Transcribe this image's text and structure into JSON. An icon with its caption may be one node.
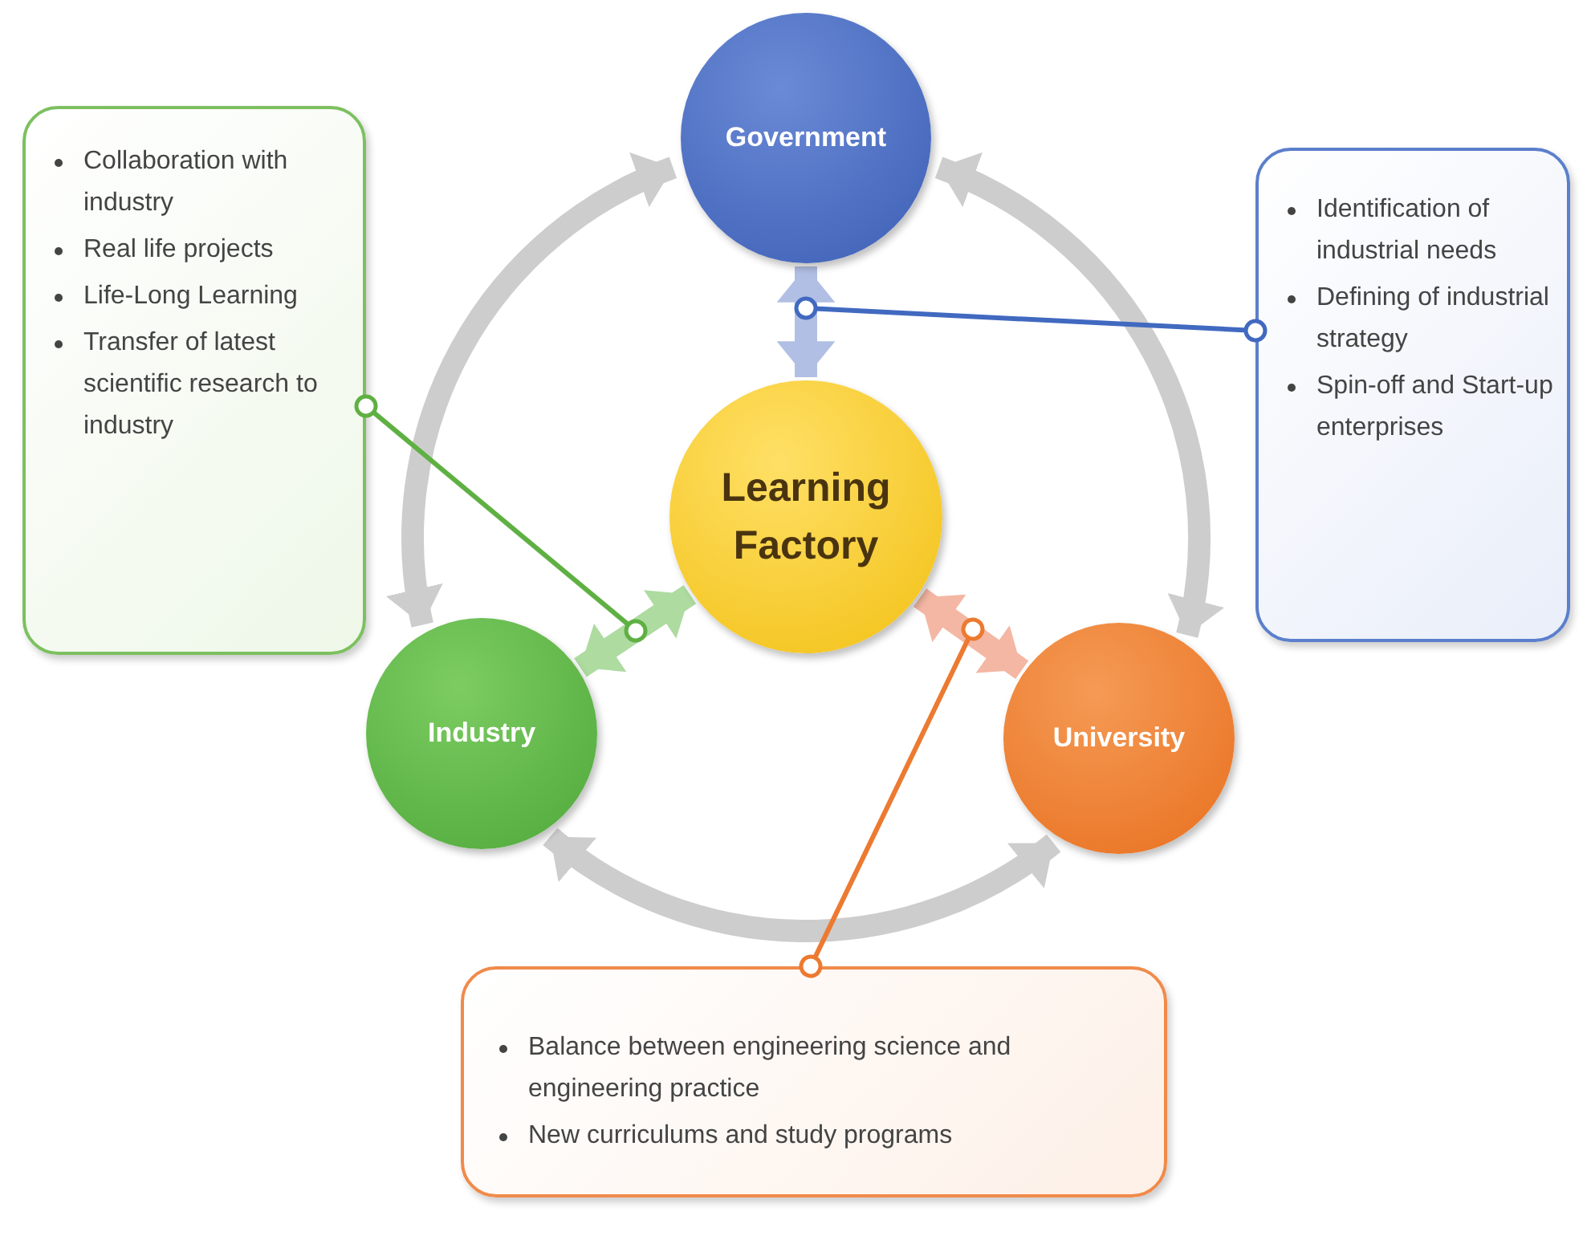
{
  "diagram": {
    "nodes": [
      {
        "text": [
          "Government"
        ]
      },
      {
        "text": [
          "Collaboration with industry",
          "Real life projects",
          "Life-Long Learning",
          "Transfer of latest scientific research to industry"
        ]
      },
      {
        "text": [
          "Identification of industrial needs",
          "Defining of industrial strategy",
          "Spin-off and Start-up enterprises"
        ]
      },
      {
        "text": [
          "Learning Factory"
        ]
      },
      {
        "text": [
          "Industry"
        ]
      },
      {
        "text": [
          "University"
        ]
      },
      {
        "text": [
          "Balance between engineering science and engineering practice",
          "New curriculums and study programs"
        ]
      }
    ],
    "edges": [
      {
        "from": 0,
        "to": 4,
        "arrow": "both",
        "color": "#c8c8c8"
      },
      {
        "from": 0,
        "to": 5,
        "arrow": "both",
        "color": "#c8c8c8"
      },
      {
        "from": 4,
        "to": 5,
        "arrow": "both",
        "color": "#c8c8c8"
      },
      {
        "from": 0,
        "to": 3,
        "arrow": "both",
        "color": "#a9b9e2"
      },
      {
        "from": 4,
        "to": 3,
        "arrow": "both",
        "color": "#a6d896"
      },
      {
        "from": 5,
        "to": 3,
        "arrow": "both",
        "color": "#f3b09a"
      },
      {
        "from": 1,
        "to": 3,
        "arrow": "other",
        "color": "#5fb043"
      },
      {
        "from": 2,
        "to": 0,
        "arrow": "other",
        "color": "#4169c0"
      },
      {
        "from": 6,
        "to": 5,
        "arrow": "other",
        "color": "#ec7a30"
      }
    ]
  }
}
